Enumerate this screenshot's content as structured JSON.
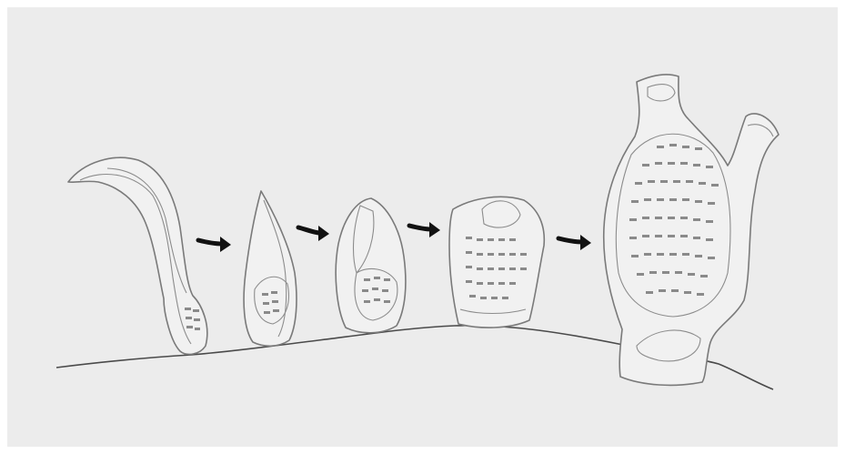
{
  "figure": {
    "stages": [
      {
        "id": "stage-1",
        "form": "curved-horn"
      },
      {
        "id": "stage-2",
        "form": "narrow-cone"
      },
      {
        "id": "stage-3",
        "form": "rounded-cone"
      },
      {
        "id": "stage-4",
        "form": "barrel"
      },
      {
        "id": "stage-5",
        "form": "flask-with-side-branch"
      }
    ],
    "arrows": 4,
    "colors": {
      "background": "#ececec",
      "outline": "#7a7a7a",
      "arrow": "#111111"
    }
  }
}
